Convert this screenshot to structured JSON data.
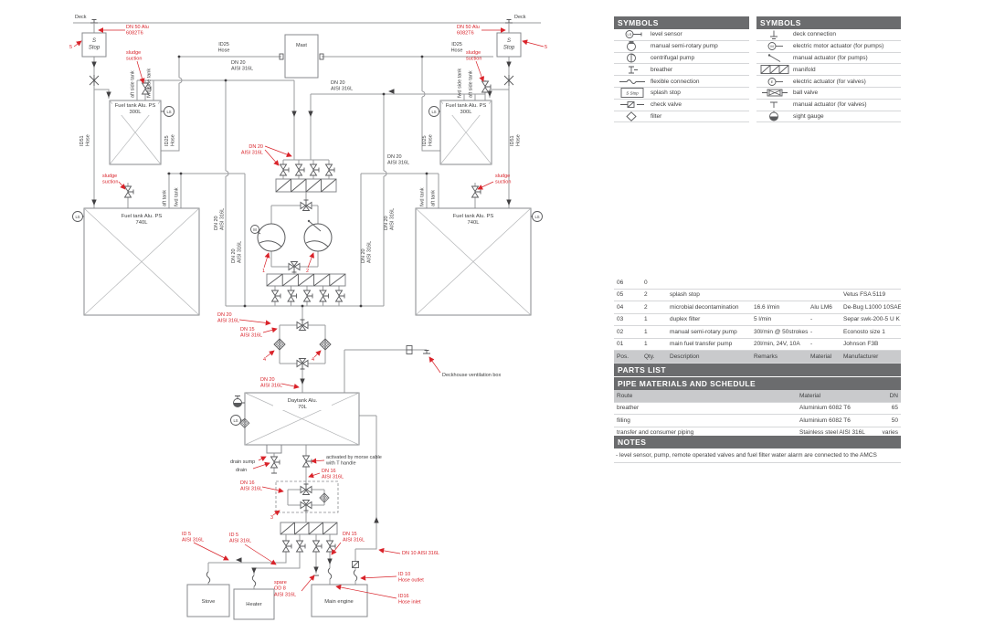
{
  "glyphs": {
    "ls": "LS",
    "m": "M",
    "e": "E",
    "s_stop": "S Stop"
  },
  "symbols_left": {
    "title": "SYMBOLS",
    "items": [
      {
        "icon": "level-sensor",
        "label": "level sensor"
      },
      {
        "icon": "manual-semi-rotary-pump",
        "label": "manual semi-rotary pump"
      },
      {
        "icon": "centrifugal-pump",
        "label": "centrifugal pump"
      },
      {
        "icon": "breather",
        "label": "breather"
      },
      {
        "icon": "flexible-connection",
        "label": "flexible connection"
      },
      {
        "icon": "splash-stop",
        "label": "splash stop"
      },
      {
        "icon": "check-valve",
        "label": "check valve"
      },
      {
        "icon": "filter",
        "label": "filter"
      }
    ]
  },
  "symbols_right": {
    "title": "SYMBOLS",
    "items": [
      {
        "icon": "deck-connection",
        "label": "deck connection"
      },
      {
        "icon": "electric-motor-actuator",
        "label": "electric motor actuator (for pumps)"
      },
      {
        "icon": "manual-actuator-pumps",
        "label": "manual actuator (for pumps)"
      },
      {
        "icon": "manifold",
        "label": "manifold"
      },
      {
        "icon": "electric-actuator-valves",
        "label": "electric actuator (for valves)"
      },
      {
        "icon": "ball-valve",
        "label": "ball valve"
      },
      {
        "icon": "manual-actuator-valves",
        "label": "manual actuator (for valves)"
      },
      {
        "icon": "sight-gauge",
        "label": "sight gauge"
      }
    ]
  },
  "parts_list": {
    "title": "PARTS LIST",
    "columns": [
      "Pos.",
      "Qty.",
      "Description",
      "Remarks",
      "Material",
      "Manufacturer"
    ],
    "rows": [
      {
        "pos": "06",
        "qty": "0",
        "description": "",
        "remarks": "",
        "material": "",
        "manufacturer": ""
      },
      {
        "pos": "05",
        "qty": "2",
        "description": "splash stop",
        "remarks": "",
        "material": "",
        "manufacturer": "Vetus FSA 5119"
      },
      {
        "pos": "04",
        "qty": "2",
        "description": "microbial decontamination",
        "remarks": "16.6 l/min",
        "material": "Alu LM6",
        "manufacturer": "De-Bug  L1000 10SAE"
      },
      {
        "pos": "03",
        "qty": "1",
        "description": "duplex filter",
        "remarks": "5 l/min",
        "material": "-",
        "manufacturer": "Separ swk-200-5 U K"
      },
      {
        "pos": "02",
        "qty": "1",
        "description": "manual semi-rotary pump",
        "remarks": "30l/min @ 50strokes",
        "material": "-",
        "manufacturer": "Econosto size 1"
      },
      {
        "pos": "01",
        "qty": "1",
        "description": "main fuel transfer pump",
        "remarks": "20l/min, 24V, 10A",
        "material": "-",
        "manufacturer": "Johnson F3B"
      }
    ]
  },
  "pipe_schedule": {
    "title": "PIPE MATERIALS AND SCHEDULE",
    "columns": [
      "Route",
      "Material",
      "DN"
    ],
    "rows": [
      {
        "route": "breather",
        "material": "Aluminium 6082 T6",
        "dn": "65"
      },
      {
        "route": "filling",
        "material": "Aluminium 6082 T6",
        "dn": "50"
      },
      {
        "route": "transfer and consumer piping",
        "material": "Stainless steel AISI 316L",
        "dn": "varies"
      }
    ]
  },
  "notes": {
    "title": "NOTES",
    "lines": [
      "- level sensor, pump, remote operated valves  and fuel filter water alarm are connected to the AMCS"
    ]
  },
  "diagram": {
    "labels": {
      "deck": "Deck",
      "s_stop": "S\nStop",
      "five": "5",
      "dn50": "DN 50 Alu\n6082T6",
      "sludge": "sludge\nsuction",
      "mast": "Mast",
      "id25": "ID25\nHose",
      "id51": "ID51\nHose",
      "aft_side_tank": "aft side tank",
      "fwd_side_tank": "fwd side tank",
      "aft_tank": "aft tank",
      "fwd_tank": "fwd tank",
      "tank300": "Fuel tank Alu. PS\n300L",
      "tank740": "Fuel tank Alu. PS\n740L",
      "dn20": "DN 20\nAISI 316L",
      "dn15": "DN 15\nAISI 316L",
      "dn16": "DN 16\nAISI 316L",
      "pump1": "1",
      "pump2": "2",
      "four": "4",
      "three": "3",
      "daytank": "Daytank Alu.\n70L",
      "deckhouse": "Deckhouse ventilation box",
      "drain_sump": "drain sump",
      "drain": "drain",
      "morse": "activated by morse cable\nwith T handle",
      "id5": "ID 5\nAISI 316L",
      "spare": "spare\nOD 8\nAISI 316L",
      "dn10": "DN 10 AISI 316L",
      "id10_outlet": "ID 10\nHose outlet",
      "id16_inlet": "ID16\nHose inlet",
      "stove": "Stove",
      "heater": "Heater",
      "main_engine": "Main engine"
    }
  },
  "colors": {
    "accent_red": "#d9232a",
    "title_bar": "#6b6c6e",
    "header_row": "#c9cacc",
    "pipe": "#9a9b9e"
  }
}
